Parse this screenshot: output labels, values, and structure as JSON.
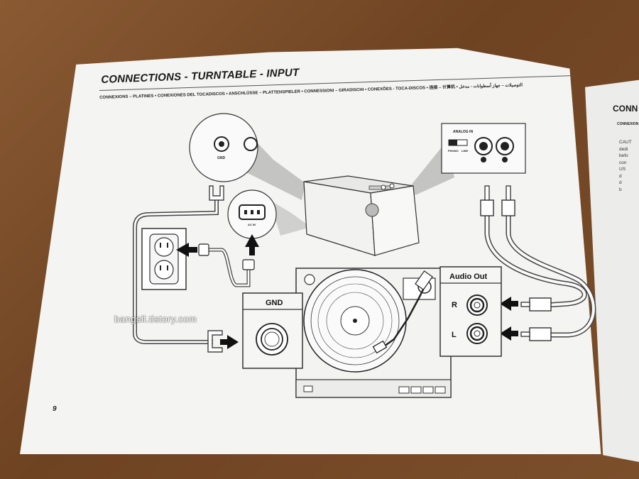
{
  "page": {
    "title": "CONNECTIONS - TURNTABLE - INPUT",
    "subtitle": "CONNEXIONS – PLATINES • CONEXIONES DEL TOCADISCOS • ANSCHLÜSSE – PLATTENSPIELER • CONNESSIONI – GIRADISCHI • CONEXÕES - TOCA-DISCOS • 连接 – 计算机 • التوصيلات – جهاز أسطوانات - مدخل",
    "page_number": "9",
    "watermark": "bangsil.tistory.com"
  },
  "diagram": {
    "gnd_port_label": "GND",
    "ac_label": "AC IN",
    "analog_in_label": "ANALOG IN",
    "switch_left_label": "PHONO",
    "switch_right_label": "LINE",
    "gnd_panel_label": "GND",
    "audio_out_label": "Audio Out",
    "right_channel_label": "R",
    "left_channel_label": "L"
  },
  "next_page": {
    "title": "CONN",
    "subtitle": "CONNEXION",
    "body": [
      "CAUT",
      "dedi",
      "befo",
      "con",
      "US",
      "d",
      "d",
      "b"
    ]
  },
  "colors": {
    "paper": "#f4f4f2",
    "ink": "#1a1a1a",
    "shade": "#bdbdbb",
    "wood": "#7c4f2b"
  }
}
